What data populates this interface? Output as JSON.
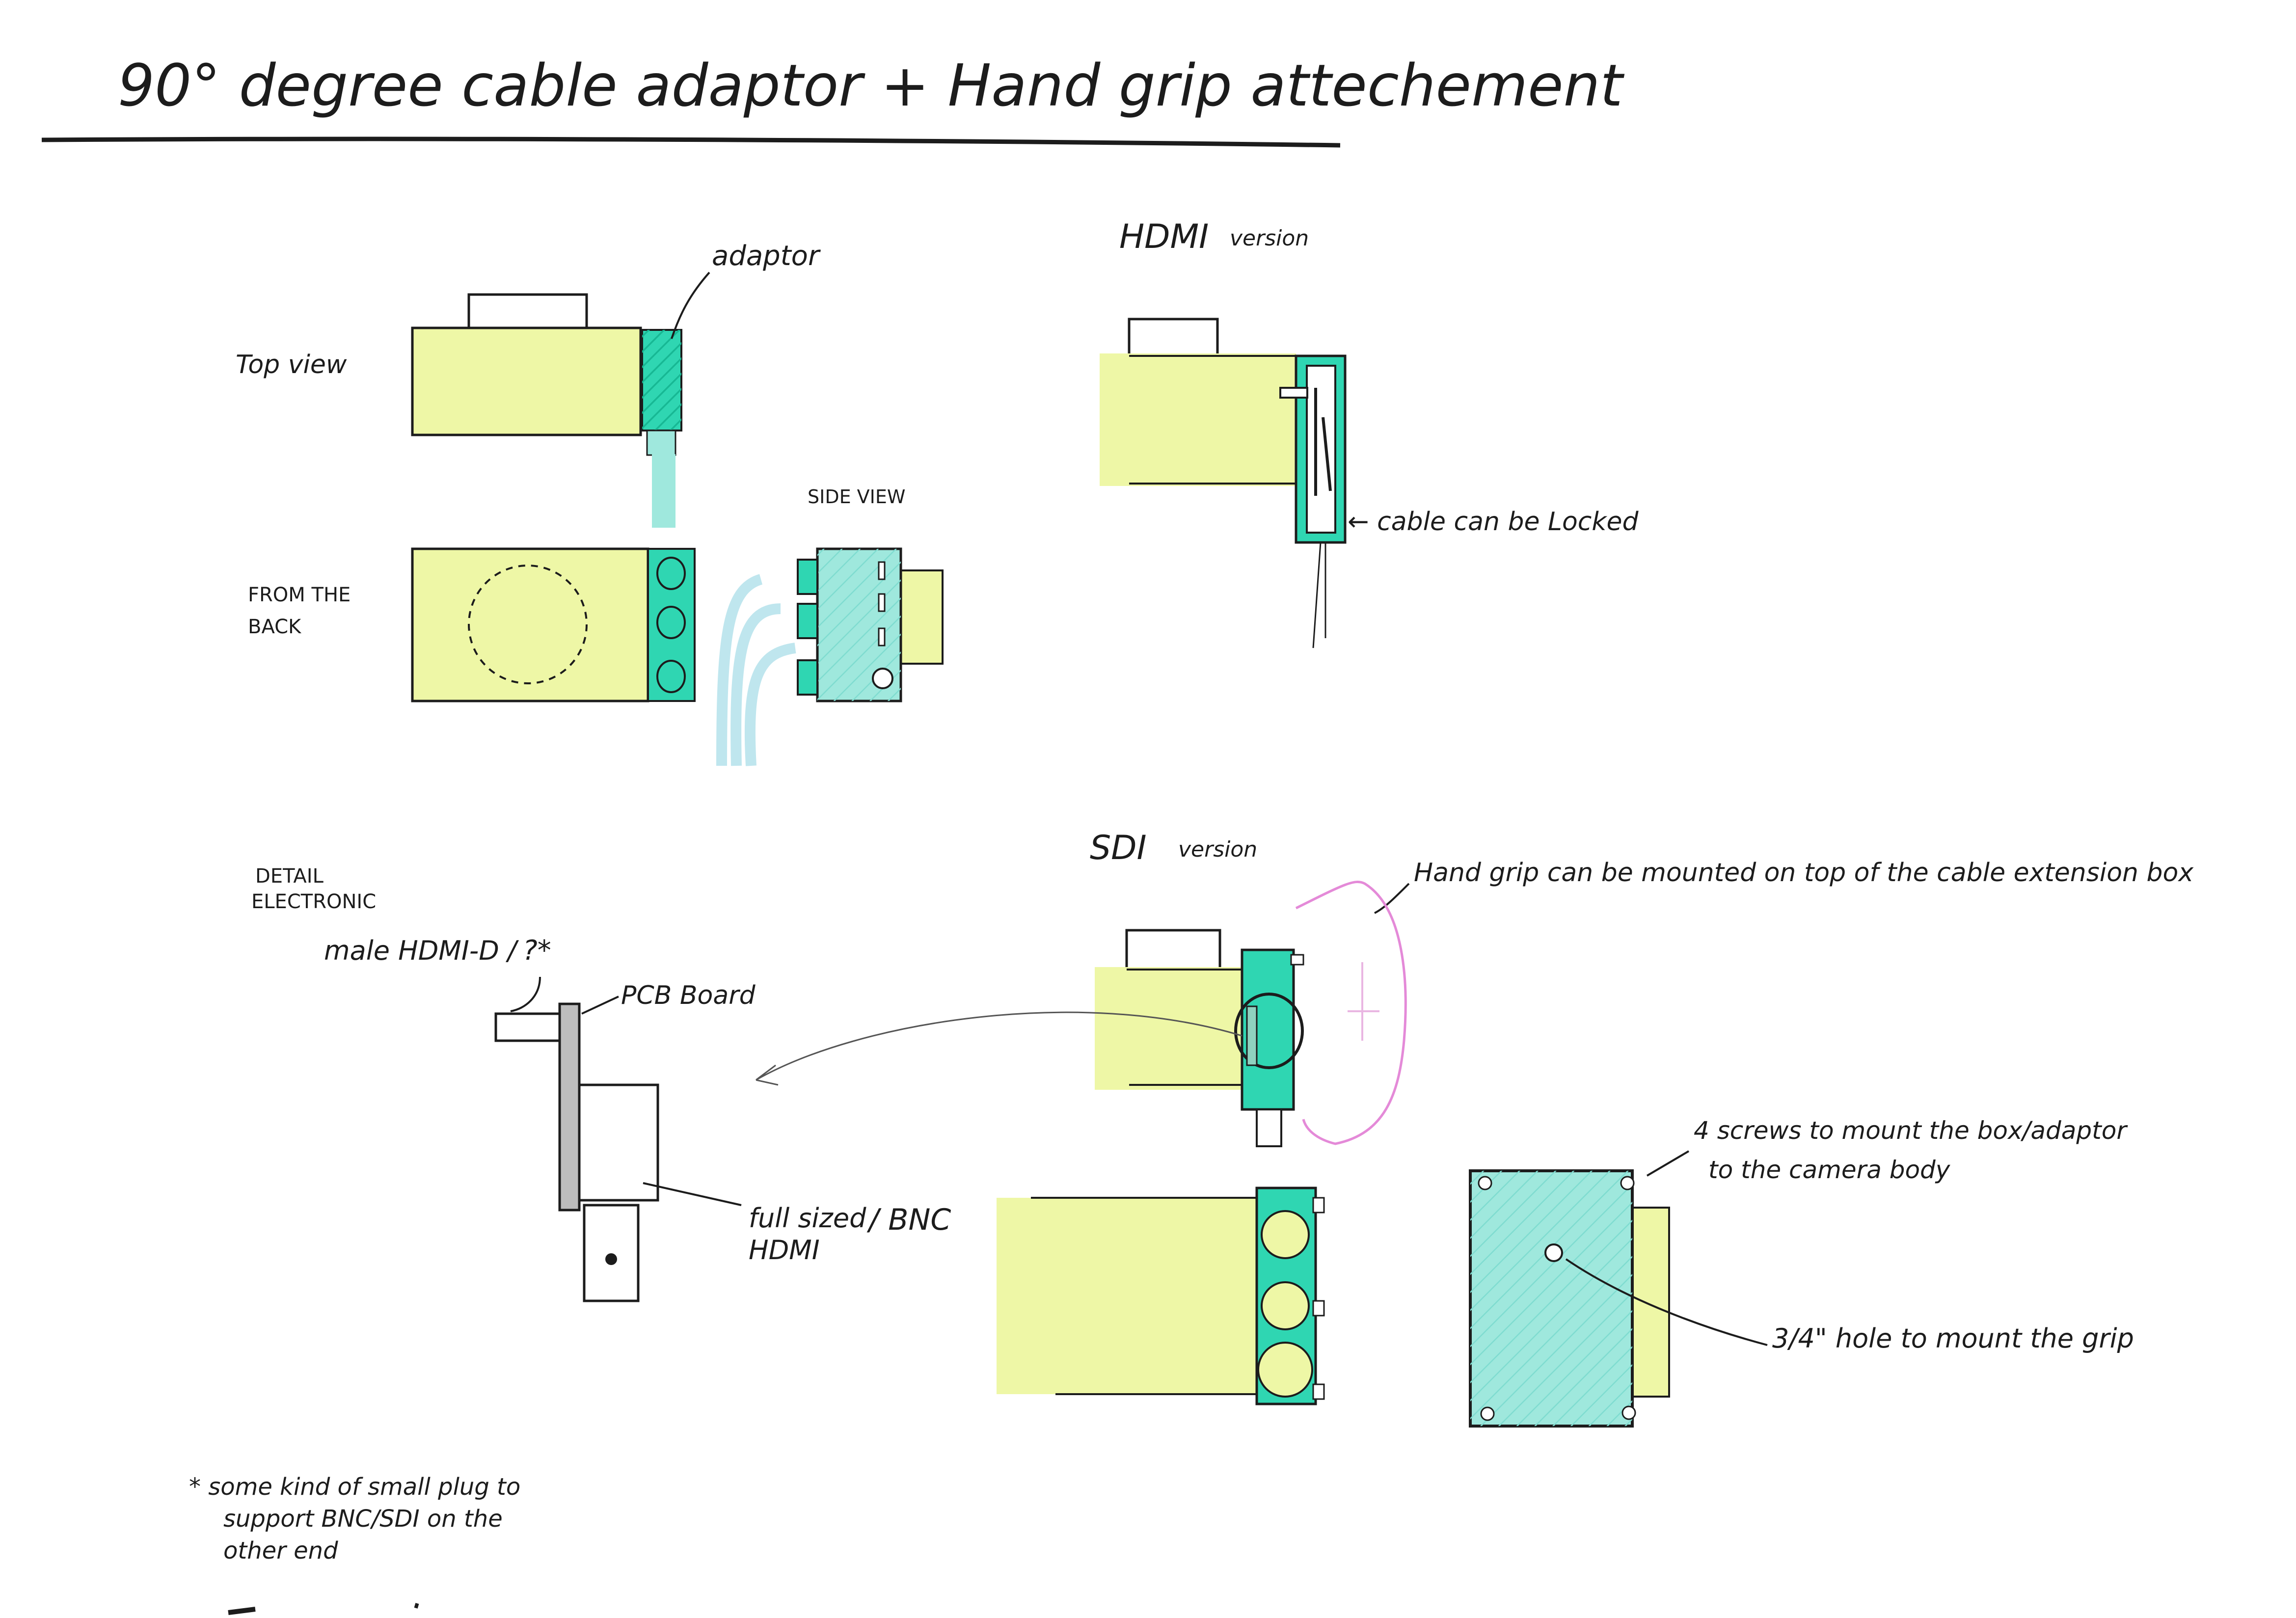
{
  "title": "90° degree cable adaptor + Hand grip attechement",
  "colors": {
    "ink": "#1c1c1c",
    "body_fill": "#eef7a6",
    "adaptor_fill": "#2fd6b2",
    "adaptor_light": "#9fe8dd",
    "cable": "#bfe6ee",
    "grip": "#e48ad8"
  },
  "top_section": {
    "adaptor_label": "adaptor",
    "top_view_label": "Top view",
    "from_back_label_line1": "FROM THE",
    "from_back_label_line2": "BACK",
    "side_view_label": "SIDE VIEW"
  },
  "hdmi_section": {
    "heading_main": "HDMI",
    "heading_suffix": "version",
    "locked_note": "← cable can be Locked"
  },
  "detail_section": {
    "heading_line1": "DETAIL",
    "heading_line2": "ELECTRONIC",
    "male_label": "male HDMI-D /",
    "question_mark": "?*",
    "pcb_label": "PCB Board",
    "fullsize_line1": "full sized",
    "fullsize_line2": "HDMI",
    "bnc_label": "/ BNC"
  },
  "sdi_section": {
    "heading_main": "SDI",
    "heading_suffix": "version",
    "grip_note": "Hand grip can be mounted on top of the cable extension box",
    "screws_line1": "4 screws to mount the box/adaptor",
    "screws_line2": "to the camera body",
    "hole_note": "3/4\" hole to mount the grip"
  },
  "footnote": {
    "line1": "* some kind of small plug to",
    "line2": "support BNC/SDI on the",
    "line3": "other end"
  }
}
